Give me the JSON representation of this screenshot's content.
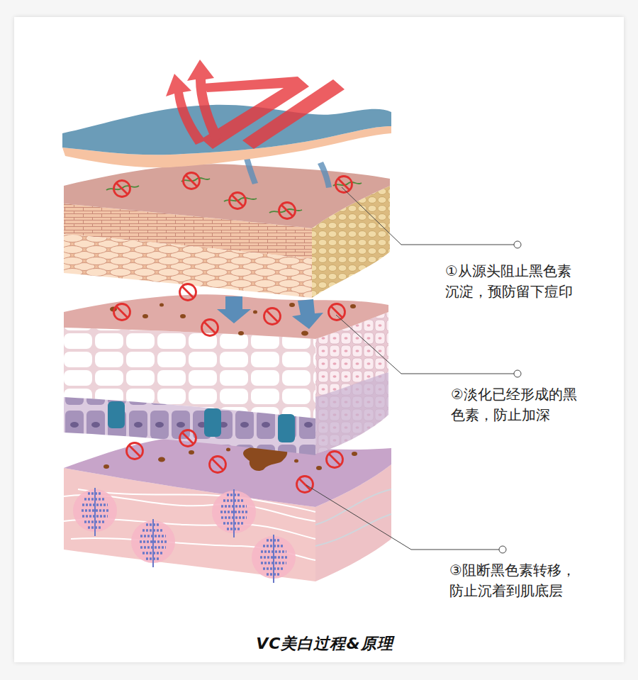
{
  "diagram": {
    "title": "VC美白过程&原理",
    "labels": [
      "①从源头阻止黑色素 沉淀，预防留下痘印",
      "②淡化已经形成的黑 色素，防止加深",
      "③阻断黑色素转移， 防止沉着到肌底层"
    ]
  }
}
